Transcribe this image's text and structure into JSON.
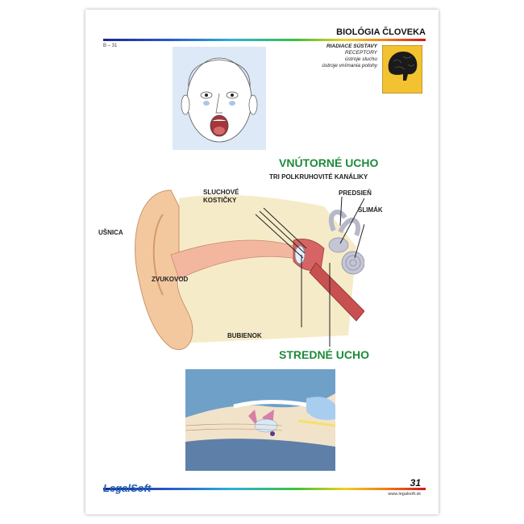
{
  "header": {
    "title": "BIOLÓGIA ČLOVEKA",
    "code": "B – 31",
    "category": "RIADIACE SÚSTAVY",
    "subcategory": "RECEPTORY",
    "topics": [
      "ústroje sluchu",
      "ústroje vnímania polohy"
    ],
    "icon": "brain-icon"
  },
  "diagram": {
    "labels": {
      "inner_ear": "VNÚTORNÉ UCHO",
      "middle_ear": "STREDNÉ UCHO",
      "canals": "TRI POLKRUHOVITÉ KANÁLIKY",
      "vestibule": "PREDSIEŇ",
      "cochlea": "SLIMÁK",
      "ossicles": "SLUCHOVÉ KOSTIČKY",
      "auricle": "UŠNICA",
      "ear_canal": "ZVUKOVOD",
      "eardrum": "BUBIENOK"
    }
  },
  "footer": {
    "logo": "LegalSoft",
    "page_number": "31",
    "url": "www.legalsoft.sk"
  },
  "colors": {
    "accent_green": "#1e8a3a",
    "logo_blue": "#1e5fb4",
    "icon_bg": "#f2c230"
  }
}
